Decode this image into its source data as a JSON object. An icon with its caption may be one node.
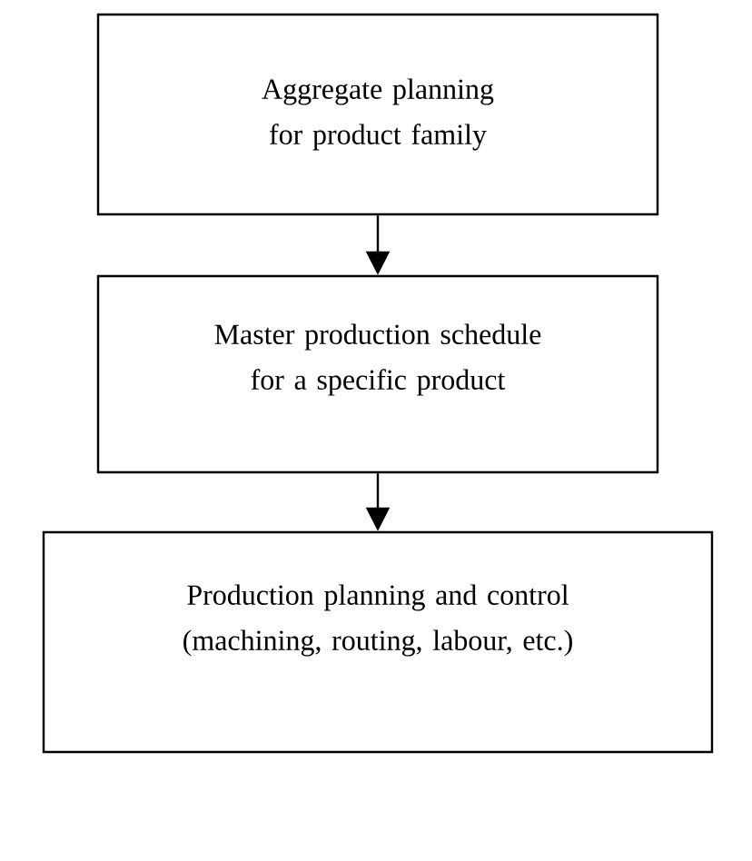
{
  "diagram": {
    "nodes": [
      {
        "text": [
          "Aggregate planning for product family"
        ]
      },
      {
        "text": [
          "Master production schedule for a specific product"
        ]
      },
      {
        "text": [
          "Production planning and control (machining, routing, labour, etc.)"
        ]
      }
    ],
    "edges": [
      {
        "from": 0,
        "to": 1,
        "arrow": "to"
      },
      {
        "from": 1,
        "to": 2,
        "arrow": "to"
      }
    ]
  }
}
